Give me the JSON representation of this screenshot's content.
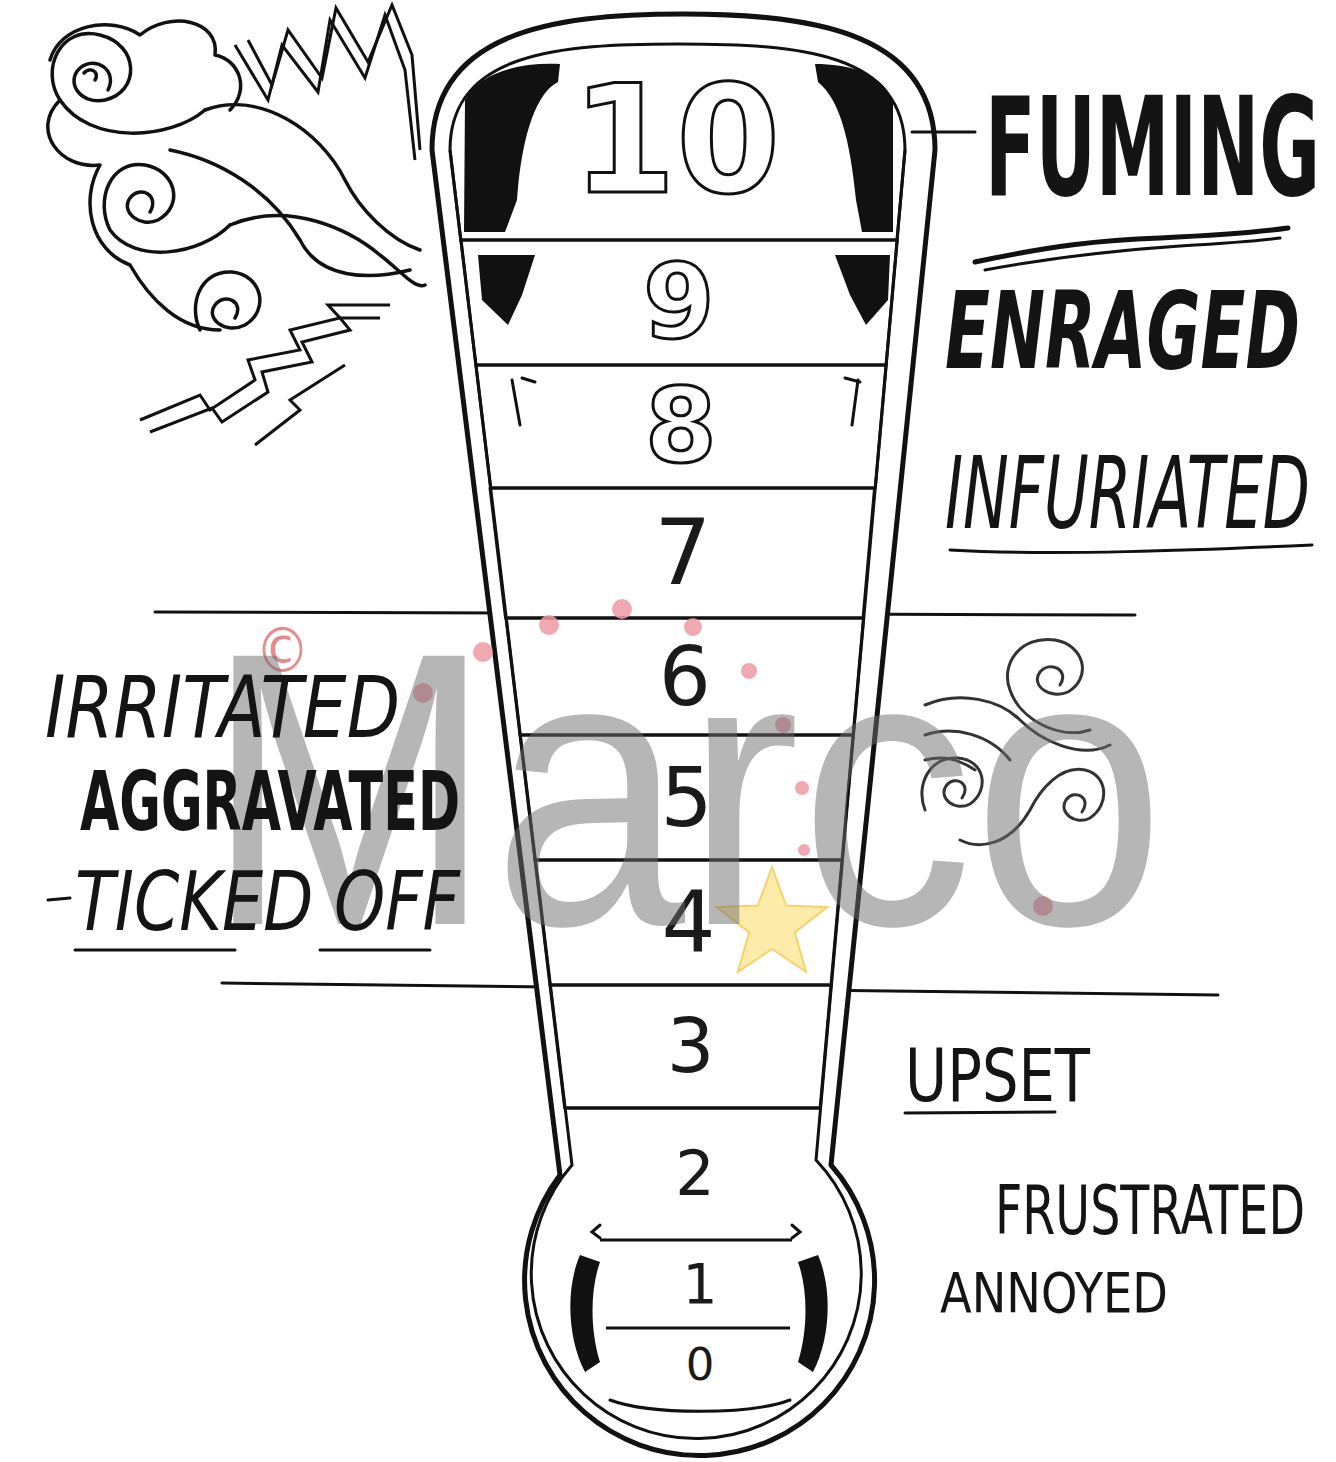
{
  "diagram": {
    "nodes": [
      {
        "text": [
          "10"
        ]
      },
      {
        "text": [
          "9"
        ]
      },
      {
        "text": [
          "8"
        ]
      },
      {
        "text": [
          "7"
        ]
      },
      {
        "text": [
          "6"
        ]
      },
      {
        "text": [
          "5"
        ]
      },
      {
        "text": [
          "4"
        ]
      },
      {
        "text": [
          "3"
        ]
      },
      {
        "text": [
          "2"
        ]
      },
      {
        "text": [
          "1"
        ]
      },
      {
        "text": [
          "0"
        ]
      }
    ],
    "labels": [
      "FUMING",
      "ENRAGED",
      "INFURIATED",
      "©",
      "Marco",
      "IRRITATED",
      "AGGRAVATED",
      "TICKED OFF",
      "UPSET",
      "FRUSTRATED",
      "ANNOYED"
    ]
  }
}
